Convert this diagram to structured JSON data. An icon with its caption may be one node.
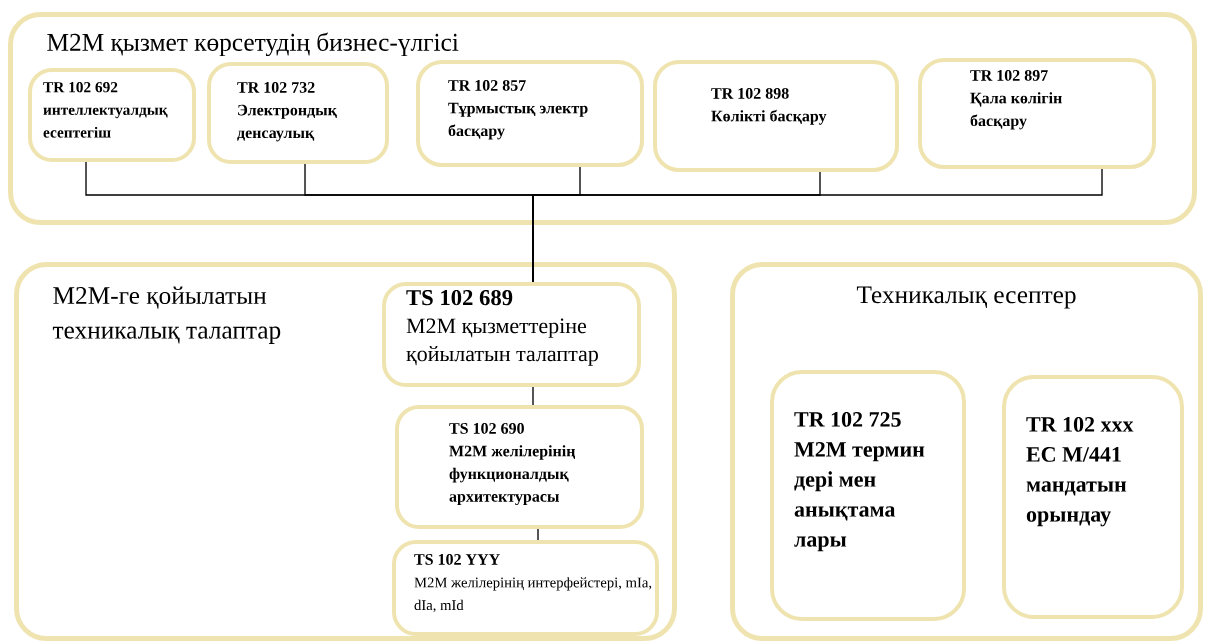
{
  "diagram": {
    "nodes": [
      {
        "text": [
          "M2M қызмет көрсетудің бизнес-үлгісі"
        ]
      },
      {
        "text": [
          "TR 102 692",
          "интеллектуалдық есептегіш"
        ],
        "in": 0
      },
      {
        "text": [
          "TR 102 732",
          "Электрондық денсаулық"
        ],
        "in": 0
      },
      {
        "text": [
          "TR 102 857",
          "Тұрмыстық электр басқару"
        ],
        "in": 0
      },
      {
        "text": [
          "TR 102 898",
          "Көлікті басқару"
        ],
        "in": 0
      },
      {
        "text": [
          "TR 102 897",
          "Қала көлігін басқару"
        ],
        "in": 0
      },
      {
        "text": [
          "M2M-ге қойылатын техникалық талаптар"
        ]
      },
      {
        "text": [
          "TS 102 689",
          "M2M қызметтеріне қойылатын талаптар"
        ],
        "in": 6
      },
      {
        "text": [
          "TS 102 690",
          "M2M желілерінің функционалдық архитектурасы"
        ],
        "in": 6
      },
      {
        "text": [
          "TS 102 YYY",
          "M2M желілерінің интерфейстері, mIa, dIa, mId"
        ],
        "in": 6
      },
      {
        "text": [
          "Техникалық есептер"
        ]
      },
      {
        "text": [
          "TR 102 725",
          "M2M термин дері мен анықтама лары"
        ],
        "in": 10
      },
      {
        "text": [
          "TR 102 xxx",
          "EC M/441 мандатын орындау"
        ],
        "in": 10
      }
    ],
    "edges": [
      {
        "from": 7,
        "to": 1,
        "arrow": "none"
      },
      {
        "from": 7,
        "to": 2,
        "arrow": "none"
      },
      {
        "from": 7,
        "to": 3,
        "arrow": "none"
      },
      {
        "from": 7,
        "to": 4,
        "arrow": "none"
      },
      {
        "from": 7,
        "to": 5,
        "arrow": "none"
      },
      {
        "from": 7,
        "to": 8,
        "arrow": "none"
      },
      {
        "from": 8,
        "to": 9,
        "arrow": "none"
      }
    ]
  }
}
